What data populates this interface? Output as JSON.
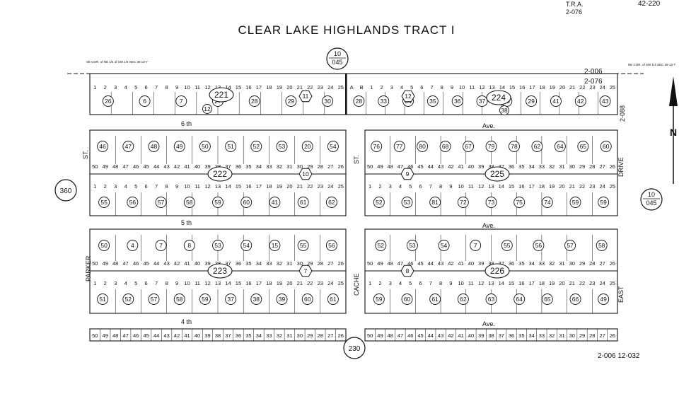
{
  "header": {
    "title": "CLEAR LAKE HIGHLANDS TRACT I",
    "tra_label": "T.R.A.",
    "tra_code": "2-076",
    "map_number": "42-220"
  },
  "codes": {
    "top_right_a": "2-006",
    "top_right_b": "2-076",
    "bottom_right": "2-006 12-032",
    "se_cor_left": "SE COR. of NE 1/4 of SW 1/4 SEC 35-13-7",
    "ne_cor_right": "NE COR. of SW 1/4 SEC 35-13-7"
  },
  "adjacent_maps": {
    "top": "10 045",
    "right": "10 045",
    "left": "360",
    "bottom": "230"
  },
  "north_arrow": "N",
  "streets": {
    "sixth": "6 th",
    "sixth_ave": "Ave.",
    "fifth": "5 th",
    "fifth_ave": "Ave.",
    "fourth": "4 th",
    "fourth_ave": "Ave.",
    "parker": "PARKER",
    "st_left": "ST.",
    "cache": "CACHE",
    "st_mid": "ST.",
    "east": "EAST",
    "drive": "DRIVE",
    "code_088": "2-088"
  },
  "blocks": [
    {
      "id": "221",
      "col": "L",
      "row": 0
    },
    {
      "id": "224",
      "col": "R",
      "row": 0
    },
    {
      "id": "222",
      "col": "L",
      "row": 1
    },
    {
      "id": "225",
      "col": "R",
      "row": 1
    },
    {
      "id": "223",
      "col": "L",
      "row": 2
    },
    {
      "id": "226",
      "col": "R",
      "row": 2
    }
  ],
  "top_strip": {
    "left_lots": [
      "1",
      "2",
      "3",
      "4",
      "5",
      "6",
      "7",
      "8",
      "9",
      "10",
      "11",
      "12",
      "13",
      "14",
      "15",
      "16",
      "17",
      "18",
      "19",
      "20",
      "21",
      "22",
      "23",
      "24",
      "25"
    ],
    "left_parcels": [
      "26",
      "6",
      "7",
      "27",
      "28",
      "29",
      "30"
    ],
    "right_lots": [
      "A",
      "B",
      "1",
      "2",
      "3",
      "4",
      "5",
      "6",
      "7",
      "8",
      "9",
      "10",
      "11",
      "12",
      "13",
      "14",
      "15",
      "16",
      "17",
      "18",
      "19",
      "20",
      "21",
      "22",
      "23",
      "24",
      "25"
    ],
    "right_parcels": [
      "28",
      "33",
      "34",
      "35",
      "36",
      "37",
      "39",
      "29",
      "41",
      "42",
      "43"
    ],
    "hex_left": "11",
    "hex_right": "12",
    "small_left": "12",
    "small_right": "38"
  },
  "row_blocks": [
    {
      "upper_lots": [
        "50",
        "49",
        "48",
        "47",
        "46",
        "45",
        "44",
        "43",
        "42",
        "41",
        "40",
        "39",
        "38",
        "37",
        "36",
        "35",
        "34",
        "33",
        "32",
        "31",
        "30",
        "29",
        "28",
        "27",
        "26"
      ],
      "lower_lots": [
        "1",
        "2",
        "3",
        "4",
        "5",
        "6",
        "7",
        "8",
        "9",
        "10",
        "11",
        "12",
        "13",
        "14",
        "15",
        "16",
        "17",
        "18",
        "19",
        "20",
        "21",
        "22",
        "23",
        "24",
        "25"
      ],
      "left_upper_parcels": [
        "46",
        "47",
        "48",
        "49",
        "50",
        "51",
        "52",
        "53",
        "20",
        "54"
      ],
      "left_lower_parcels": [
        "55",
        "56",
        "57",
        "58",
        "59",
        "60",
        "41",
        "61",
        "62"
      ],
      "right_upper_parcels": [
        "76",
        "77",
        "80",
        "68",
        "67",
        "79",
        "78",
        "62",
        "64",
        "65",
        "60"
      ],
      "right_lower_parcels": [
        "52",
        "53",
        "81",
        "72",
        "73",
        "75",
        "74",
        "59",
        "59"
      ],
      "hex_left": "10",
      "hex_right": "9"
    },
    {
      "upper_lots": [
        "50",
        "49",
        "48",
        "47",
        "46",
        "45",
        "44",
        "43",
        "42",
        "41",
        "40",
        "39",
        "38",
        "37",
        "36",
        "35",
        "34",
        "33",
        "32",
        "31",
        "30",
        "29",
        "28",
        "27",
        "26"
      ],
      "lower_lots": [
        "1",
        "2",
        "3",
        "4",
        "5",
        "6",
        "7",
        "8",
        "9",
        "10",
        "11",
        "12",
        "13",
        "14",
        "15",
        "16",
        "17",
        "18",
        "19",
        "20",
        "21",
        "22",
        "23",
        "24",
        "25"
      ],
      "left_upper_parcels": [
        "50",
        "4",
        "7",
        "8",
        "53",
        "54",
        "15",
        "55",
        "56"
      ],
      "left_lower_parcels": [
        "51",
        "52",
        "57",
        "58",
        "59",
        "37",
        "38",
        "39",
        "60",
        "61"
      ],
      "right_upper_parcels": [
        "52",
        "53",
        "54",
        "7",
        "55",
        "56",
        "57",
        "58"
      ],
      "right_lower_parcels": [
        "59",
        "60",
        "61",
        "62",
        "63",
        "64",
        "65",
        "66",
        "49"
      ],
      "hex_left": "7",
      "hex_right": "8"
    }
  ],
  "bottom_strip": {
    "left_lots": [
      "50",
      "49",
      "48",
      "47",
      "46",
      "45",
      "44",
      "43",
      "42",
      "41",
      "40",
      "39",
      "38",
      "37",
      "36",
      "35",
      "34",
      "33",
      "32",
      "31",
      "30",
      "29",
      "28",
      "27",
      "26"
    ],
    "right_lots": [
      "50",
      "49",
      "48",
      "47",
      "46",
      "45",
      "44",
      "43",
      "42",
      "41",
      "40",
      "39",
      "38",
      "37",
      "36",
      "35",
      "34",
      "33",
      "32",
      "31",
      "30",
      "29",
      "28",
      "27",
      "26"
    ]
  }
}
